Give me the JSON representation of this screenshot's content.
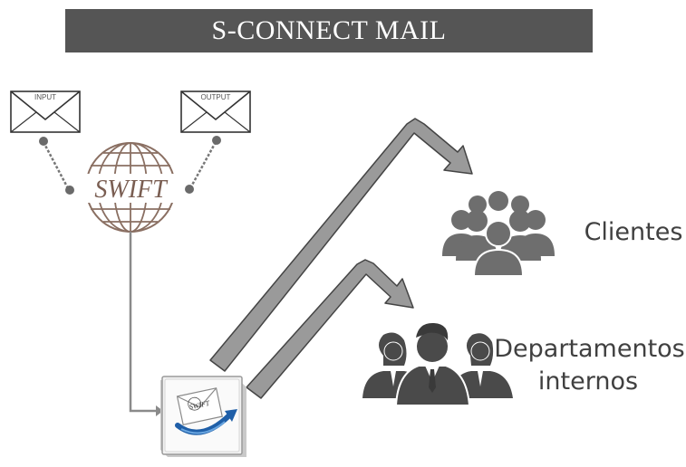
{
  "title": "S-CONNECT MAIL",
  "envelopes": {
    "input_label": "INPUT",
    "output_label": "OUTPUT"
  },
  "swift_logo_text": "SWIFT",
  "app_icon_text": "SWIFT",
  "targets": {
    "clientes": "Clientes",
    "departamentos_line1": "Departamentos",
    "departamentos_line2": "internos"
  },
  "colors": {
    "title_bg": "#555555",
    "arrow_fill": "#9a9a9a",
    "people_dark": "#4a4a4a",
    "clientes_gray": "#6e6e6e",
    "swift_brown": "#7a5e52"
  },
  "icons": [
    "envelope-icon",
    "swift-globe-icon",
    "app-mail-icon",
    "group-icon",
    "business-people-icon"
  ]
}
